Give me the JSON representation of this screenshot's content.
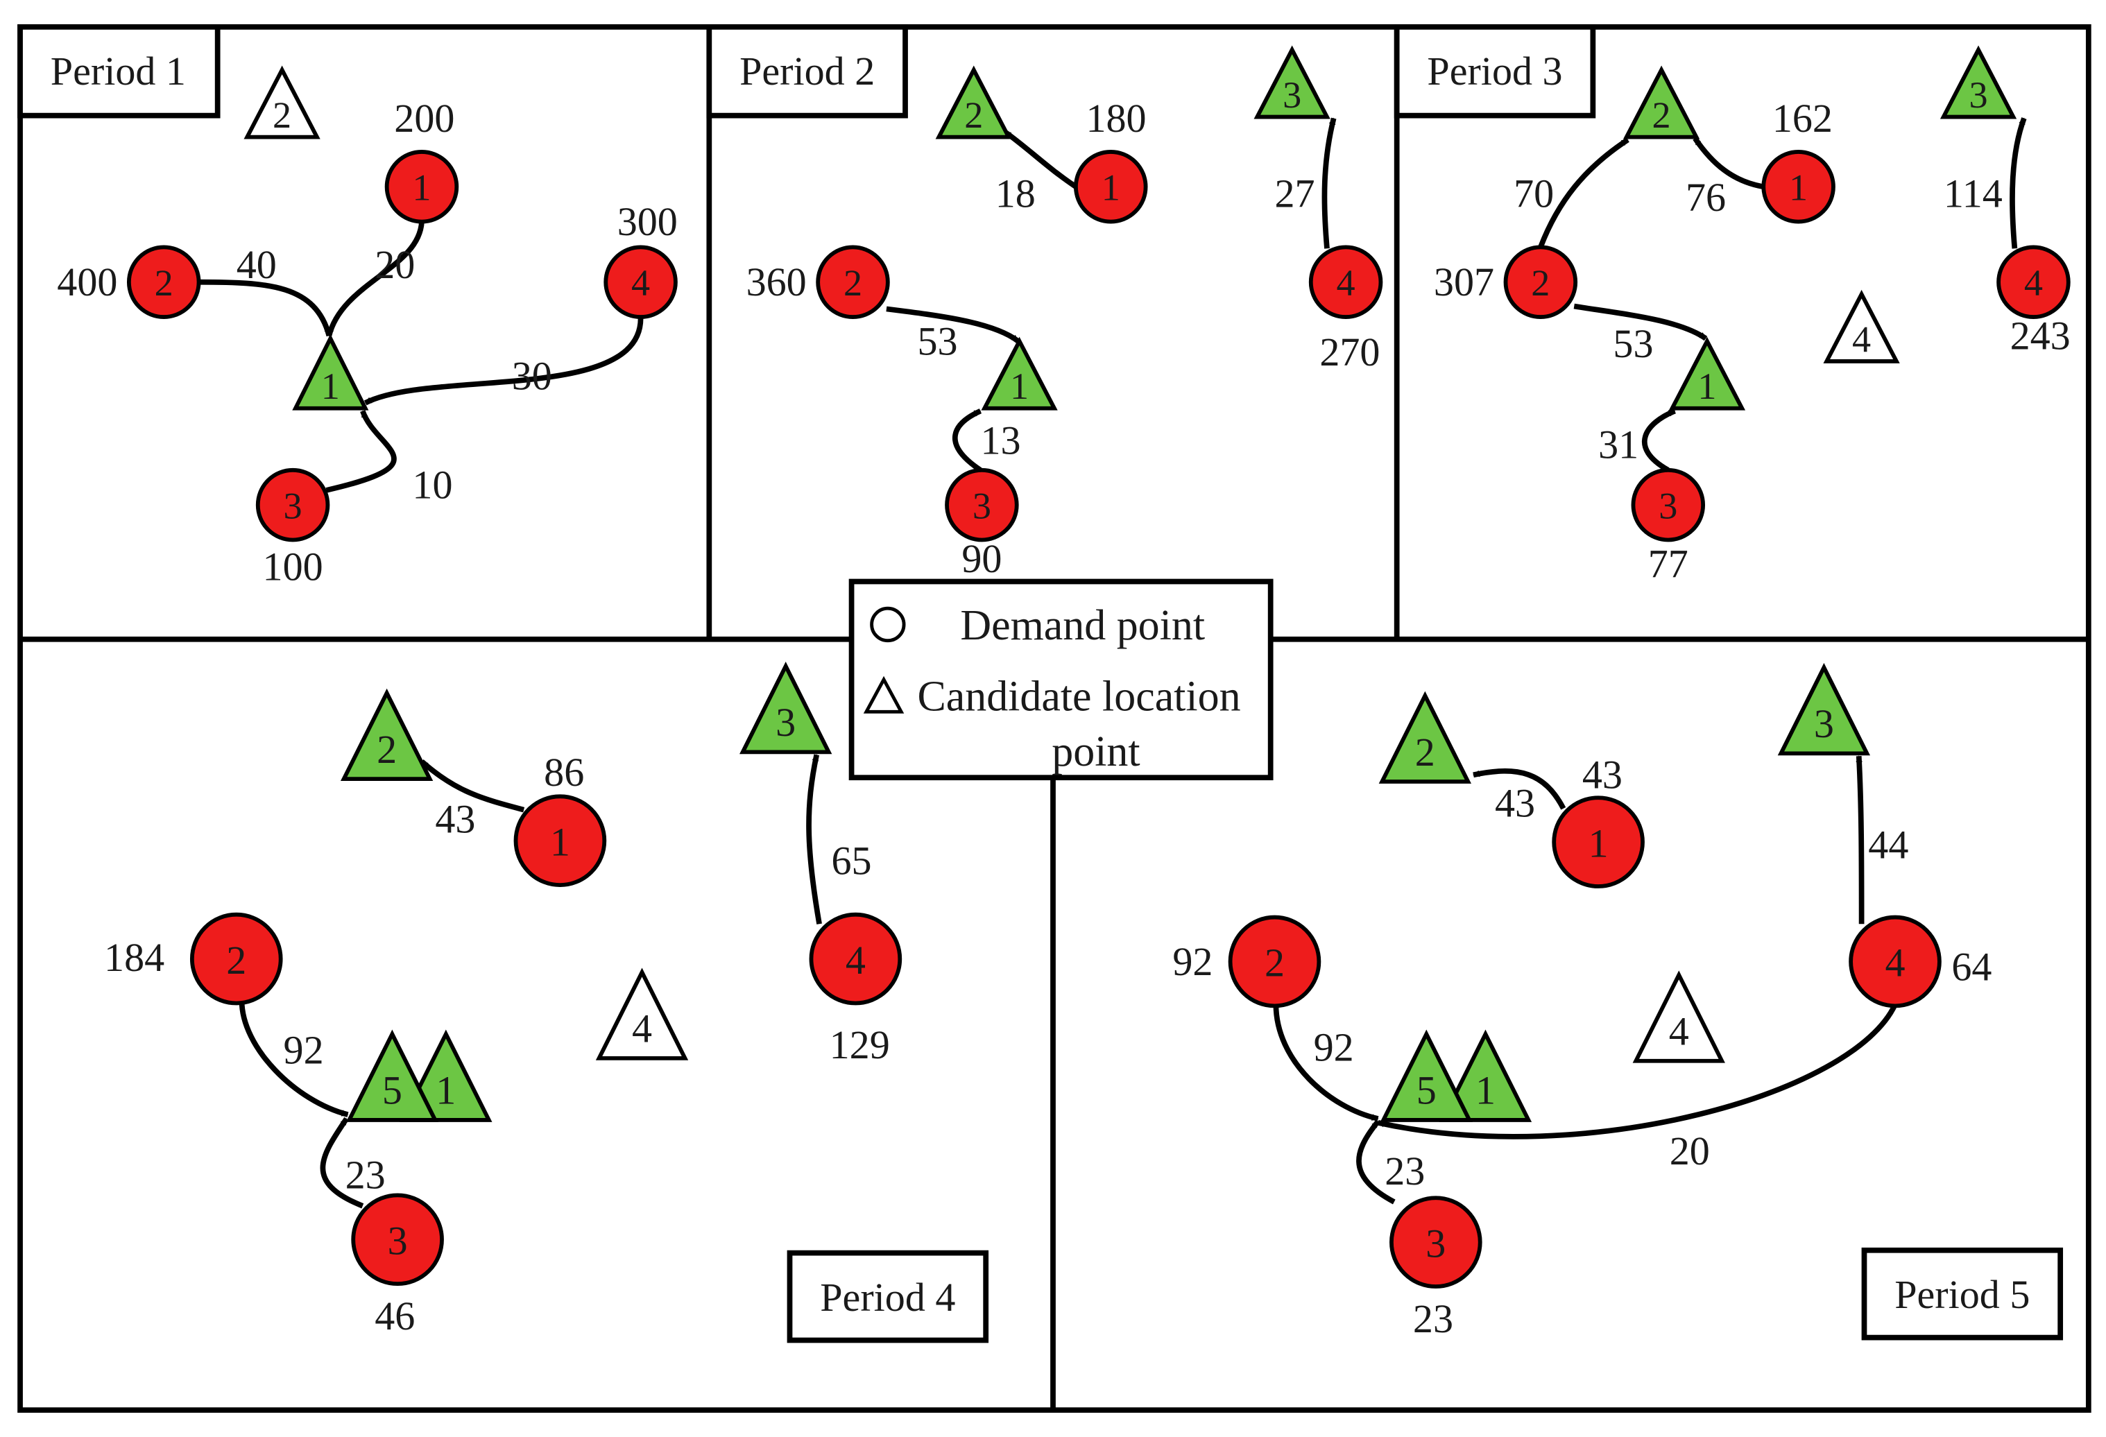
{
  "colors": {
    "demand": "#ee1c1c",
    "site_open": "#6cc644",
    "site_closed": "#ffffff"
  },
  "legend": {
    "demand_label": "Demand point",
    "candidate_label": "Candidate location",
    "candidate_label_line2": "point"
  },
  "periods": [
    {
      "title": "Period 1",
      "demand_points": [
        {
          "id": "1",
          "demand": "200"
        },
        {
          "id": "2",
          "demand": "400"
        },
        {
          "id": "3",
          "demand": "100"
        },
        {
          "id": "4",
          "demand": "300"
        }
      ],
      "facilities": [
        {
          "id": "2",
          "status": "closed"
        },
        {
          "id": "1",
          "status": "open"
        }
      ],
      "flows": [
        {
          "from": "2",
          "to": "1",
          "value": "40"
        },
        {
          "from": "1",
          "to": "1",
          "value": "20"
        },
        {
          "from": "4",
          "to": "1",
          "value": "30"
        },
        {
          "from": "3",
          "to": "1",
          "value": "10"
        }
      ]
    },
    {
      "title": "Period 2",
      "demand_points": [
        {
          "id": "1",
          "demand": "180"
        },
        {
          "id": "2",
          "demand": "360"
        },
        {
          "id": "3",
          "demand": "90"
        },
        {
          "id": "4",
          "demand": "270"
        }
      ],
      "facilities": [
        {
          "id": "2",
          "status": "open"
        },
        {
          "id": "3",
          "status": "open"
        },
        {
          "id": "1",
          "status": "open"
        }
      ],
      "flows": [
        {
          "from": "1",
          "to": "2",
          "value": "18"
        },
        {
          "from": "4",
          "to": "3",
          "value": "27"
        },
        {
          "from": "2",
          "to": "1",
          "value": "53"
        },
        {
          "from": "3",
          "to": "1",
          "value": "13"
        }
      ]
    },
    {
      "title": "Period 3",
      "demand_points": [
        {
          "id": "1",
          "demand": "162"
        },
        {
          "id": "2",
          "demand": "307"
        },
        {
          "id": "3",
          "demand": "77"
        },
        {
          "id": "4",
          "demand": "243"
        }
      ],
      "facilities": [
        {
          "id": "2",
          "status": "open"
        },
        {
          "id": "3",
          "status": "open"
        },
        {
          "id": "4",
          "status": "closed"
        },
        {
          "id": "1",
          "status": "open"
        }
      ],
      "flows": [
        {
          "from": "2",
          "to": "2",
          "value": "70"
        },
        {
          "from": "1",
          "to": "2",
          "value": "76"
        },
        {
          "from": "4",
          "to": "3",
          "value": "114"
        },
        {
          "from": "2",
          "to": "1",
          "value": "53"
        },
        {
          "from": "3",
          "to": "1",
          "value": "31"
        }
      ]
    },
    {
      "title": "Period 4",
      "demand_points": [
        {
          "id": "1",
          "demand": "86"
        },
        {
          "id": "2",
          "demand": "184"
        },
        {
          "id": "3",
          "demand": "46"
        },
        {
          "id": "4",
          "demand": "129"
        }
      ],
      "facilities": [
        {
          "id": "2",
          "status": "open"
        },
        {
          "id": "3",
          "status": "open"
        },
        {
          "id": "4",
          "status": "closed"
        },
        {
          "id": "5",
          "status": "open"
        },
        {
          "id": "1",
          "status": "open"
        }
      ],
      "flows": [
        {
          "from": "1",
          "to": "2",
          "value": "43"
        },
        {
          "from": "4",
          "to": "3",
          "value": "65"
        },
        {
          "from": "2",
          "to": "5",
          "value": "92"
        },
        {
          "from": "3",
          "to": "5",
          "value": "23"
        }
      ]
    },
    {
      "title": "Period 5",
      "demand_points": [
        {
          "id": "1",
          "demand": "43"
        },
        {
          "id": "2",
          "demand": "92"
        },
        {
          "id": "3",
          "demand": "23"
        },
        {
          "id": "4",
          "demand": "64"
        }
      ],
      "facilities": [
        {
          "id": "2",
          "status": "open"
        },
        {
          "id": "3",
          "status": "open"
        },
        {
          "id": "4",
          "status": "closed"
        },
        {
          "id": "5",
          "status": "open"
        },
        {
          "id": "1",
          "status": "open"
        }
      ],
      "flows": [
        {
          "from": "1",
          "to": "2",
          "value": "43"
        },
        {
          "from": "4",
          "to": "3",
          "value": "44"
        },
        {
          "from": "2",
          "to": "5",
          "value": "92"
        },
        {
          "from": "3",
          "to": "5",
          "value": "23"
        },
        {
          "from": "4",
          "to": "5",
          "value": "20"
        }
      ]
    }
  ]
}
